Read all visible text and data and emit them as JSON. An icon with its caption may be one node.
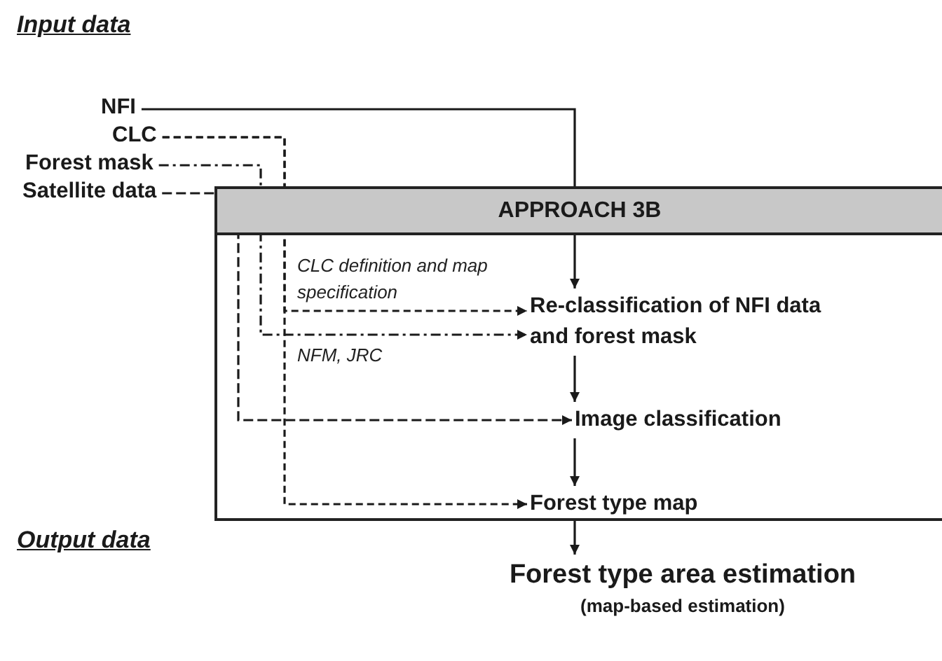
{
  "diagram": {
    "nodes": [
      {
        "text": [
          "APPROACH 3B"
        ]
      },
      {
        "text": [
          "NFI"
        ]
      },
      {
        "text": [
          "CLC"
        ]
      },
      {
        "text": [
          "Forest mask"
        ]
      },
      {
        "text": [
          "Satellite data"
        ]
      },
      {
        "text": [
          "Re-classification of NFI data and forest mask"
        ],
        "in": 0
      },
      {
        "text": [
          "Image classification"
        ],
        "in": 0
      },
      {
        "text": [
          "Forest type map"
        ],
        "in": 0
      },
      {
        "text": [
          "Forest type area estimation",
          "(map-based estimation)"
        ]
      }
    ],
    "edges": [
      {
        "from": 1,
        "to": 5,
        "arrow": "to"
      },
      {
        "from": 2,
        "to": 5,
        "arrow": "to",
        "style": "dashed",
        "label": "CLC definition and map specification"
      },
      {
        "from": 3,
        "to": 5,
        "arrow": "to",
        "style": "dashed",
        "label": "NFM, JRC"
      },
      {
        "from": 4,
        "to": 6,
        "arrow": "to",
        "style": "dashed"
      },
      {
        "from": 2,
        "to": 7,
        "arrow": "to",
        "style": "dashed"
      },
      {
        "from": 5,
        "to": 6,
        "arrow": "to"
      },
      {
        "from": 6,
        "to": 7,
        "arrow": "to"
      },
      {
        "from": 7,
        "to": 8,
        "arrow": "to"
      }
    ],
    "labels": [
      "Input data",
      "Output data"
    ]
  }
}
